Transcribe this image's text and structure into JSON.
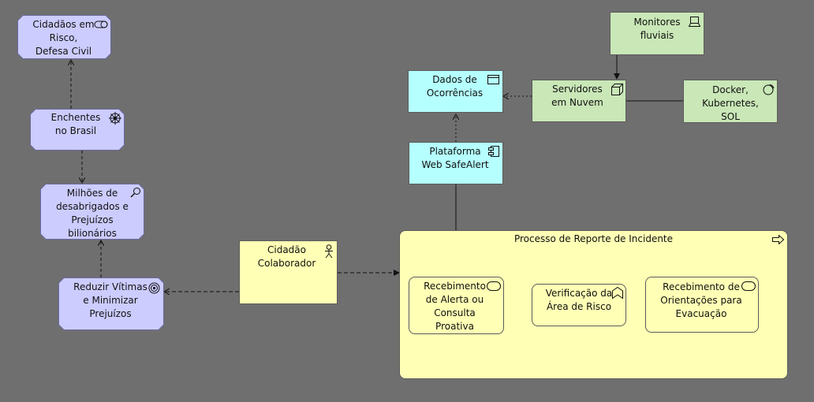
{
  "elements": {
    "cidadaos": "Cidadãos em\nRisco,\nDefesa Civil",
    "enchentes": "Enchentes\nno Brasil",
    "milhoes": "Milhões de\ndesabrigados e\nPrejuízos\nbilionários",
    "reduzir": "Reduzir Vítimas\ne Minimizar\nPrejuízos",
    "cidadao_colab": "Cidadão\nColaborador",
    "dados": "Dados de\nOcorrências",
    "plataforma": "Plataforma\nWeb SafeAlert",
    "monitores": "Monitores\nfluviais",
    "servidores": "Servidores\nem Nuvem",
    "docker": "Docker,\nKubernetes,\nSOL",
    "processo": "Processo de Reporte de Incidente",
    "recebimento_alerta": "Recebimento\nde Alerta ou\nConsulta\nProativa",
    "verificacao": "Verificação da\nÁrea de Risco",
    "recebimento_orient": "Recebimento de\nOrientações para\nEvacuação"
  },
  "colors": {
    "background": "#6f6f6f",
    "motivation": "#ccccff",
    "business": "#ffffb5",
    "application": "#b5ffff",
    "technology": "#c9e7b7"
  }
}
